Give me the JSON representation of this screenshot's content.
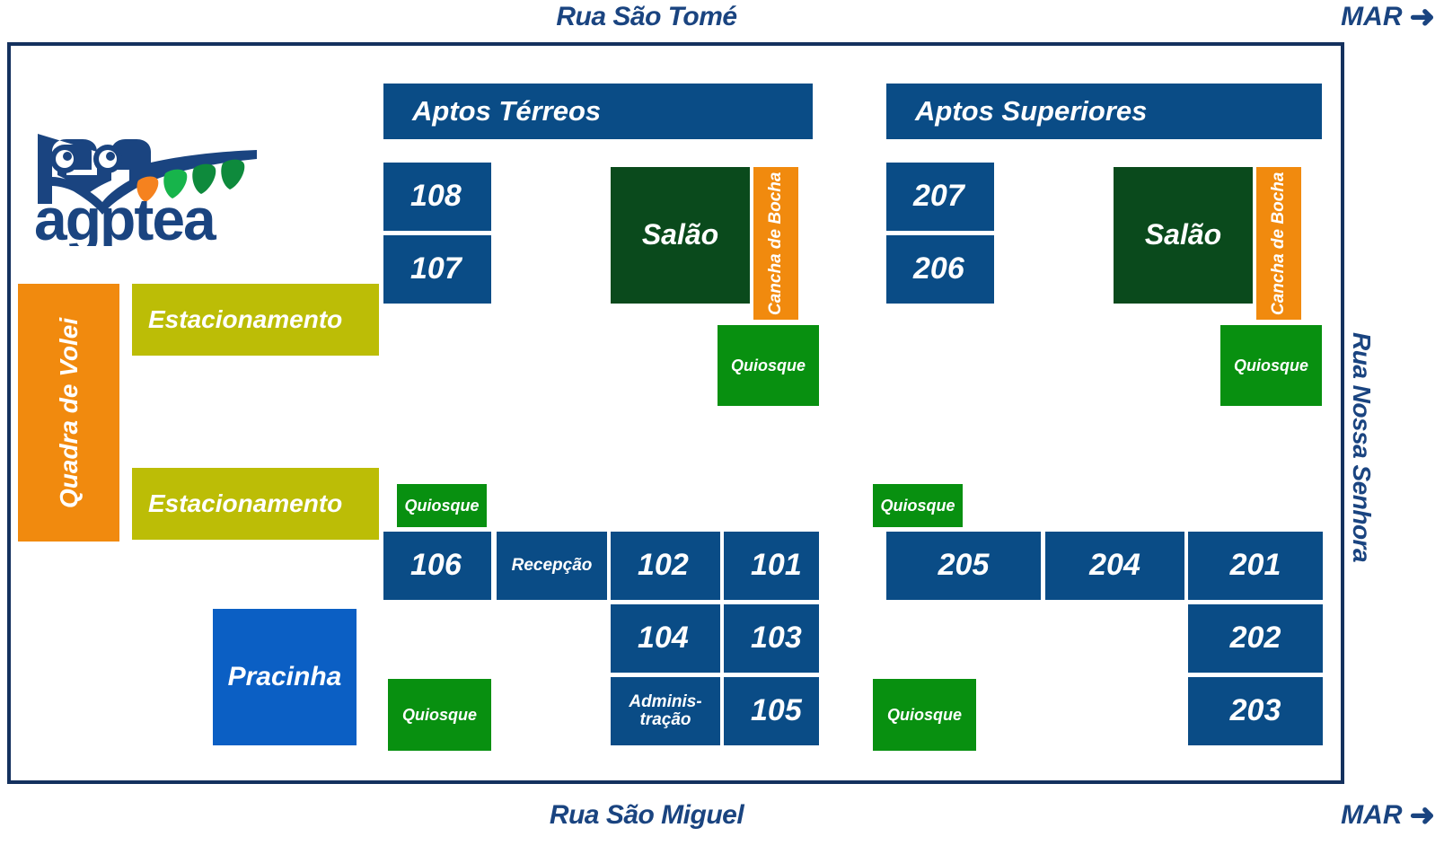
{
  "streets": {
    "top": "Rua São Tomé",
    "bottom": "Rua São Miguel",
    "right": "Rua Nossa Senhora"
  },
  "direction_tags": {
    "top": "MAR",
    "bottom": "MAR",
    "arrow": "➜"
  },
  "logo": {
    "wordmark": "agptea",
    "icon": "owl-with-leaves-logo"
  },
  "headers": {
    "ground": "Aptos Térreos",
    "upper": "Aptos  Superiores"
  },
  "colors": {
    "navy": "#0A4C86",
    "frame": "#14315e",
    "street_text": "#1A4480",
    "green": "#089010",
    "dark_green": "#0A4A1C",
    "orange": "#F18A0E",
    "olive": "#BCBD06",
    "bright_blue": "#0B5FC4"
  },
  "blocks": {
    "ground_rooms_top": [
      "108",
      "107"
    ],
    "upper_rooms_top": [
      "207",
      "206"
    ],
    "salao_left": "Salão",
    "salao_right": "Salão",
    "bocha_left": "Cancha de Bocha",
    "bocha_right": "Cancha de Bocha",
    "volei": "Quadra de Volei",
    "parking_upper": "Estacionamento",
    "parking_lower": "Estacionamento",
    "pracinha": "Pracinha",
    "reception": "Recepção",
    "administration": "Adminis-\ntração",
    "kiosks": [
      "Quiosque",
      "Quiosque",
      "Quiosque",
      "Quiosque",
      "Quiosque",
      "Quiosque"
    ],
    "ground_rooms_bottom": [
      "106",
      "102",
      "101",
      "104",
      "103",
      "105"
    ],
    "upper_rooms_bottom": [
      "205",
      "204",
      "201",
      "202",
      "203"
    ]
  }
}
